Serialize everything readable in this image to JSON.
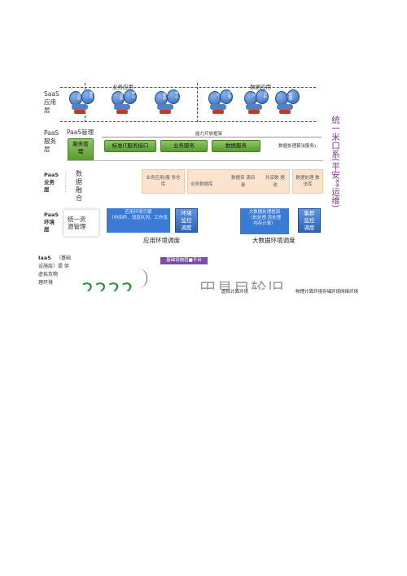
{
  "saas": {
    "label": "SaaS\n应用\n层",
    "group1_title": "业务应用",
    "group2_title": "数据应用",
    "bubbles_g0": [
      "流程",
      "服务"
    ],
    "bubbles_g1": [
      "流程",
      "中心"
    ],
    "bubbles_g2": [
      "服务",
      "中心"
    ],
    "bubbles_g3": [
      "计",
      "计算"
    ],
    "bubbles_g4": [
      "分",
      "分析"
    ],
    "bubbles_g5": [
      "挖掘"
    ]
  },
  "paas_mgmt": {
    "label": "PaaS\n服务\n层",
    "title": "PaaS管理",
    "center_title": "能力开放框架",
    "mgmt_button": "服务管\n理",
    "buttons": [
      "标准IT服务接口",
      "业务服务",
      "数据服务"
    ],
    "right_text": "数据处理算法服务)"
  },
  "right_side": {
    "vertical_text": "统一米口系(平安**运维)"
  },
  "paas_biz": {
    "label": "PaaS\n业务\n层",
    "fusion": "数\n据\n融\n合",
    "box1": "业务应用/服 务仓\n库",
    "box2_a": "业务数据库",
    "box2_b": "数据资 源目\n录",
    "box2_c": "共享数 据\n池",
    "box3": "数据处理 数\n法库"
  },
  "paas_env": {
    "label": "PaaS\n环境\n层",
    "unify": "统一资\n源管理",
    "app_env_box": "应用环境引擎\n（中间件、消息队列、工作流",
    "env_monitor": "环境\n监控\n调度",
    "bigdata_box": "大数据处理框架\n（批处理.流处理\n内存计算）",
    "cluster_monitor": "集群\n监控\n调度",
    "app_env_caption": "应用环境调度",
    "bigdata_caption": "大数据环境调度"
  },
  "iaas": {
    "label": "IaaS",
    "label_rest": "（基础\n设施层）提 供\n虚拟及物\n理环境",
    "platform_bar": "基础设施层■平台",
    "virtual_env": "虚拟计算环境",
    "physical_env": "物理计算环境存储环境网络环境",
    "big_glyph": "2222",
    "big_glyph2": "田具目轮旧"
  },
  "colors": {
    "green": "#6aaa3d",
    "peach": "#fbe3cf",
    "blue": "#3a7bd5",
    "purple": "#7b4fa6",
    "red_dash": "#aa3333"
  }
}
